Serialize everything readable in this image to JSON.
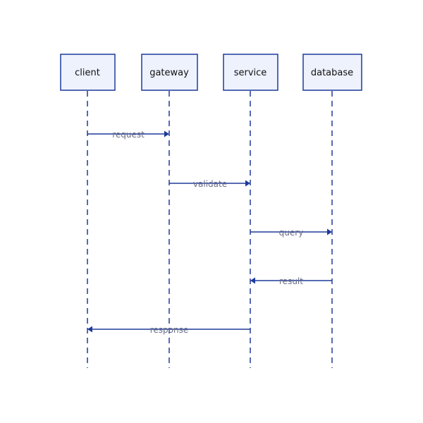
{
  "actors": [
    {
      "id": "client",
      "label": "client"
    },
    {
      "id": "gateway",
      "label": "gateway"
    },
    {
      "id": "service",
      "label": "service"
    },
    {
      "id": "database",
      "label": "database"
    }
  ],
  "messages": [
    {
      "from": "client",
      "to": "gateway",
      "label": "request"
    },
    {
      "from": "gateway",
      "to": "service",
      "label": "validate"
    },
    {
      "from": "service",
      "to": "database",
      "label": "query"
    },
    {
      "from": "database",
      "to": "service",
      "label": "result"
    },
    {
      "from": "service",
      "to": "client",
      "label": "response"
    }
  ],
  "colors": {
    "line": "#1e3a9c",
    "box_fill": "#eef2fd",
    "message_text": "#6b6f86",
    "actor_text": "#111111"
  }
}
